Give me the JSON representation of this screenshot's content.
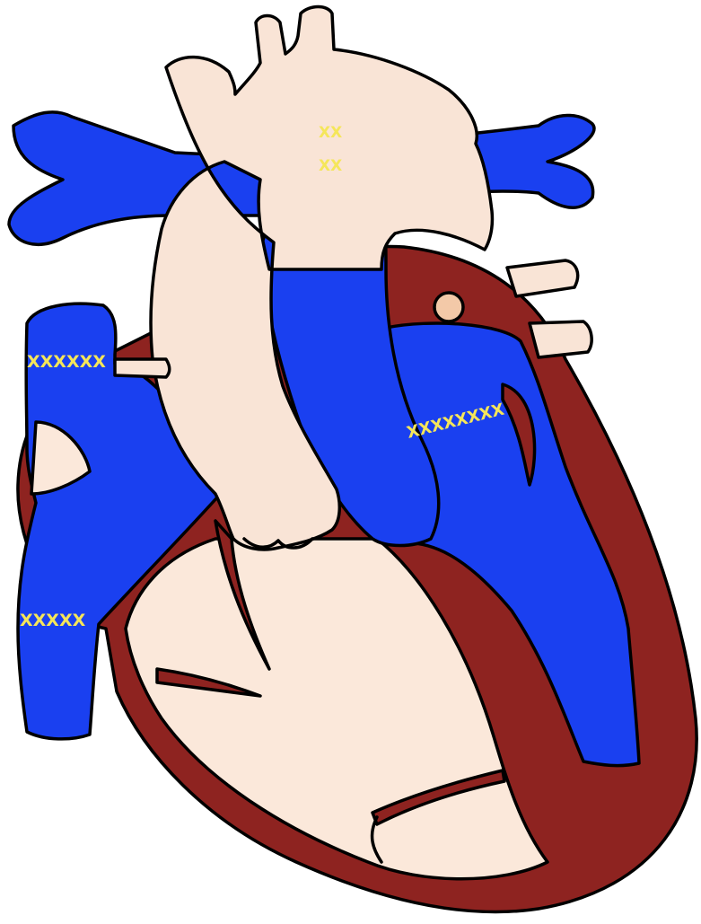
{
  "colors": {
    "background": "#ffffff",
    "outline": "#000000",
    "myocardium": "#8e2320",
    "oxygenated_chamber": "#fbe8da",
    "deoxygenated_vessel": "#1a40f0",
    "vessel_pale": "#f9e4d6",
    "pulmonary_vein_stub": "#f3c9a8",
    "suture": "#f5e65a"
  },
  "sutures": [
    {
      "id": "svc-top",
      "label": "XX"
    },
    {
      "id": "svc-bottom",
      "label": "XX"
    },
    {
      "id": "pa-branch",
      "label": "XXXXXX"
    },
    {
      "id": "rv-outflow",
      "label": "XXXXXXXX"
    },
    {
      "id": "ivc",
      "label": "XXXXX"
    }
  ]
}
